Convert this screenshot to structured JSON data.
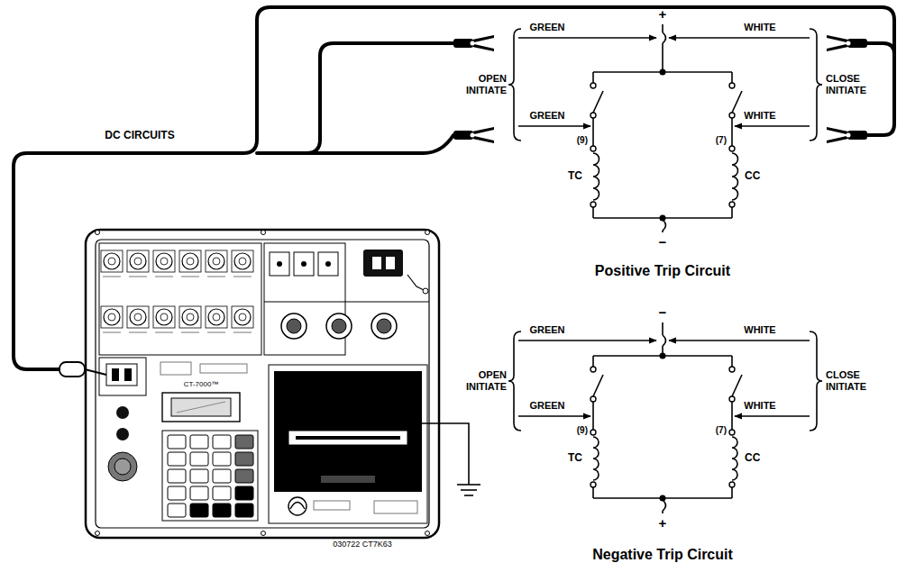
{
  "diagram": {
    "labels": [
      "DC CIRCUITS",
      "GREEN",
      "+",
      "WHITE",
      "OPEN INITIATE",
      "CLOSE INITIATE",
      "GREEN",
      "(9)",
      "(7)",
      "WHITE",
      "TC",
      "CC",
      "−",
      "Positive Trip Circuit",
      "−",
      "GREEN",
      "WHITE",
      "OPEN INITIATE",
      "CLOSE INITIATE",
      "GREEN",
      "(9)",
      "(7)",
      "WHITE",
      "TC",
      "CC",
      "+",
      "Negative Trip Circuit",
      "CT-7000™",
      "030722 CT7K63"
    ]
  }
}
